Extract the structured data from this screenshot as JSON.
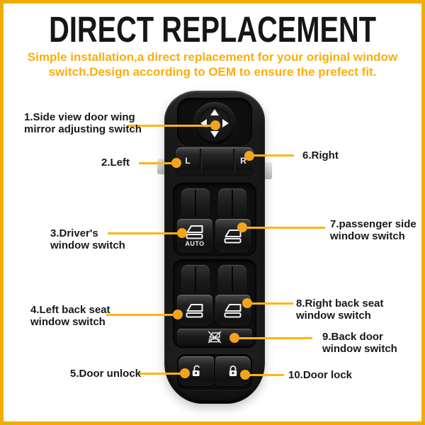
{
  "colors": {
    "border": "#F2AC00",
    "subtitle": "#F9AE0D",
    "line": "#FDB513",
    "dot": "#F2A51C",
    "title": "#161616",
    "label": "#181818"
  },
  "header": {
    "title": "DIRECT REPLACEMENT",
    "subtitle": "Simple installation,a direct replacement for your original window\nswitch.Design according to OEM to ensure the prefect fit."
  },
  "product": {
    "mirror_knob_icon": "four-way-mirror-adjust-arrows",
    "left_button_label": "L",
    "right_button_label": "R",
    "auto_label": "AUTO",
    "window_icon": "power-window-icon",
    "window_lockout_icon": "window-lockout-crossed-icon",
    "unlock_icon": "padlock-open-icon",
    "lock_icon": "padlock-closed-icon"
  },
  "callouts": [
    {
      "text": "1.Side view door wing\nmirror adjusting switch"
    },
    {
      "text": "2.Left"
    },
    {
      "text": "3.Driver's\nwindow switch"
    },
    {
      "text": "4.Left back seat\nwindow switch"
    },
    {
      "text": "5.Door unlock"
    },
    {
      "text": "6.Right"
    },
    {
      "text": "7.passenger side\nwindow switch"
    },
    {
      "text": "8.Right back seat\nwindow switch"
    },
    {
      "text": "9.Back door\nwindow switch"
    },
    {
      "text": "10.Door lock"
    }
  ]
}
